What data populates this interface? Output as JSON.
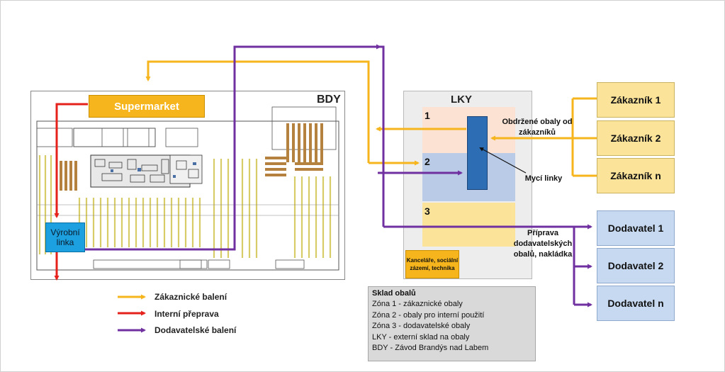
{
  "bdy": {
    "label": "BDY",
    "supermarket": "Supermarket",
    "production_line": "Výrobní linka"
  },
  "lky": {
    "title": "LKY",
    "zones": [
      "1",
      "2",
      "3"
    ],
    "office": "Kanceláře, sociální zázemí, technika"
  },
  "notes": {
    "received": "Obdržené obaly od zákazníků",
    "washing": "Mycí linky",
    "preparation": "Příprava dodavatelských obalů, nakládka"
  },
  "customers": [
    "Zákazník 1",
    "Zákazník 2",
    "Zákazník n"
  ],
  "suppliers": [
    "Dodavatel 1",
    "Dodavatel 2",
    "Dodavatel n"
  ],
  "legend": [
    {
      "label": "Zákaznické balení",
      "color": "#f6b51c"
    },
    {
      "label": "Interní přeprava",
      "color": "#e5211c"
    },
    {
      "label": "Dodavatelské balení",
      "color": "#7030a0"
    }
  ],
  "info": {
    "title": "Sklad obalů",
    "lines": [
      "Zóna 1 - zákaznické obaly",
      "Zóna 2 - obaly pro interní použití",
      "Zóna 3 - dodavatelské obaly",
      "LKY - externí sklad na obaly",
      "BDY - Závod Brandýs nad Labem"
    ]
  },
  "colors": {
    "customer_flow": "#f6b51c",
    "internal_flow": "#e5211c",
    "supplier_flow": "#7030a0",
    "washing_line": "#2d6db3"
  }
}
